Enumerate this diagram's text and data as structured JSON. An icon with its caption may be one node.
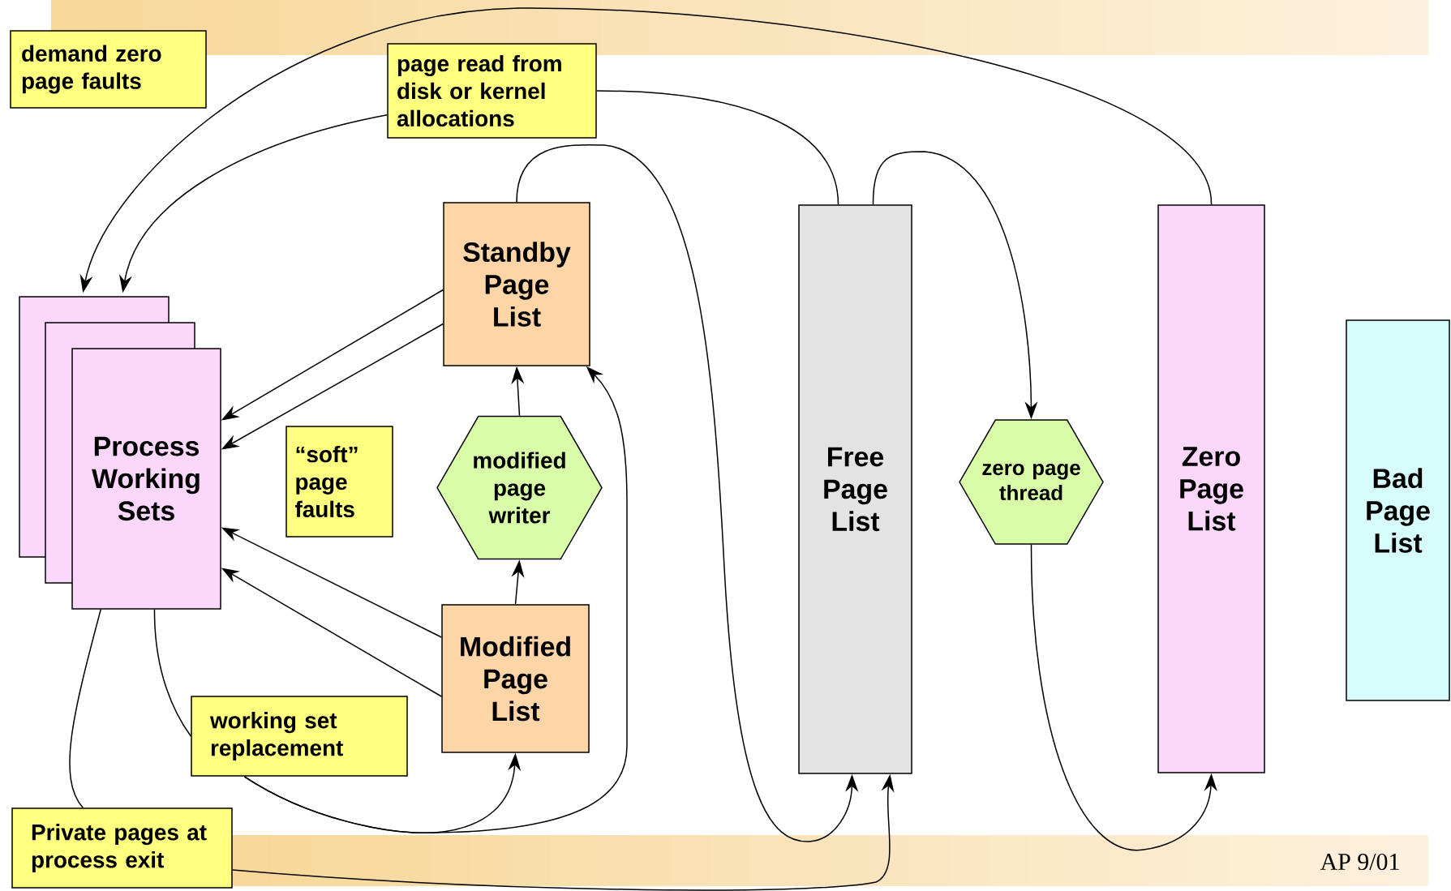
{
  "diagram": {
    "nodes": [
      {
        "text": [
          "demand zero page faults"
        ]
      },
      {
        "text": [
          "page read from disk or kernel allocations"
        ]
      },
      {
        "text": [
          "Process Working Sets"
        ]
      },
      {
        "text": [
          "Standby Page List"
        ]
      },
      {
        "text": [
          "“soft” page faults"
        ]
      },
      {
        "text": [
          "modified page writer"
        ]
      },
      {
        "text": [
          "Modified Page List"
        ]
      },
      {
        "text": [
          "working set replacement"
        ]
      },
      {
        "text": [
          "Private pages at process exit"
        ]
      },
      {
        "text": [
          "Free Page List"
        ]
      },
      {
        "text": [
          "zero page thread"
        ]
      },
      {
        "text": [
          "Zero Page List"
        ]
      },
      {
        "text": [
          "Bad Page List"
        ]
      }
    ],
    "edges": [
      {
        "from": 11,
        "to": 2,
        "arrow": "to"
      },
      {
        "from": 9,
        "to": 1,
        "arrow": "none"
      },
      {
        "from": 1,
        "to": 2,
        "arrow": "to"
      },
      {
        "from": 3,
        "to": 9,
        "arrow": "to"
      },
      {
        "from": 3,
        "to": 2,
        "arrow": "to"
      },
      {
        "from": 3,
        "to": 2,
        "arrow": "to"
      },
      {
        "from": 6,
        "to": 2,
        "arrow": "to"
      },
      {
        "from": 6,
        "to": 2,
        "arrow": "to"
      },
      {
        "from": 5,
        "to": 3,
        "arrow": "to"
      },
      {
        "from": 6,
        "to": 5,
        "arrow": "to"
      },
      {
        "from": 2,
        "to": 7,
        "arrow": "none"
      },
      {
        "from": 7,
        "to": 6,
        "arrow": "to"
      },
      {
        "from": 7,
        "to": 3,
        "arrow": "to"
      },
      {
        "from": 2,
        "to": 8,
        "arrow": "none"
      },
      {
        "from": 8,
        "to": 9,
        "arrow": "to"
      },
      {
        "from": 9,
        "to": 10,
        "arrow": "to"
      },
      {
        "from": 10,
        "to": 11,
        "arrow": "to"
      }
    ],
    "labels": [
      "AP 9/01"
    ]
  }
}
